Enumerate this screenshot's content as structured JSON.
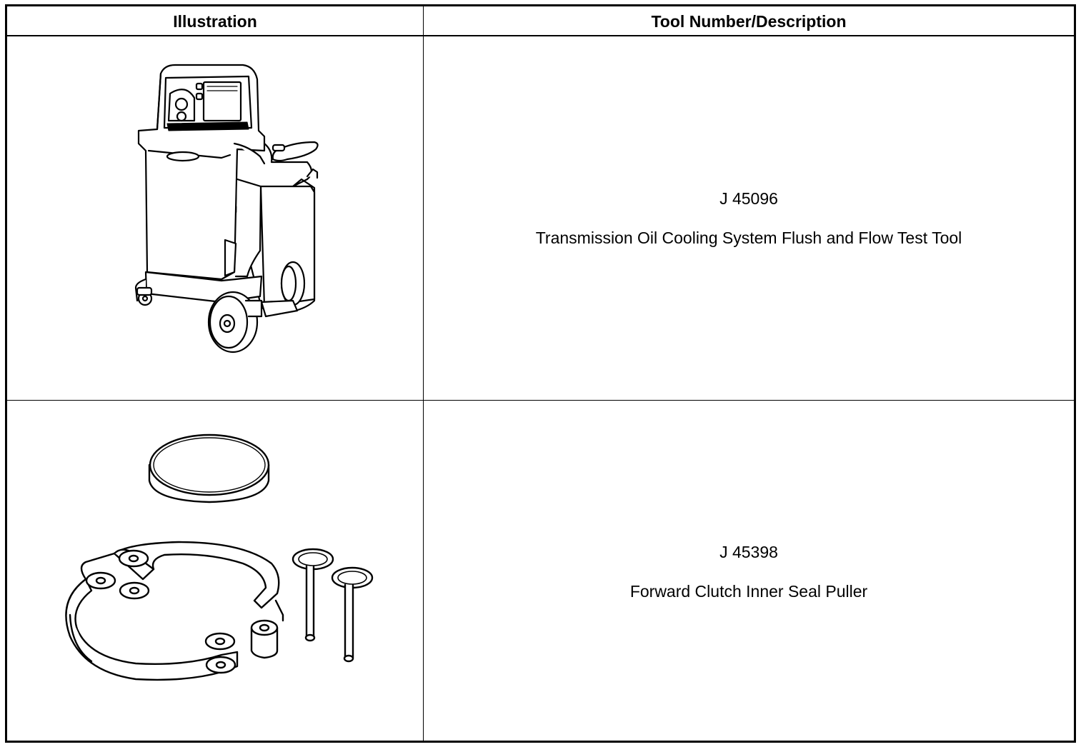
{
  "table": {
    "headers": {
      "illustration": "Illustration",
      "tool": "Tool Number/Description"
    },
    "rows": [
      {
        "tool_number": "J 45096",
        "description": "Transmission Oil Cooling System Flush and Flow Test Tool",
        "illustration_icon": "flush-cart-icon"
      },
      {
        "tool_number": "J 45398",
        "description": "Forward Clutch Inner Seal Puller",
        "illustration_icon": "seal-puller-kit-icon"
      }
    ]
  }
}
